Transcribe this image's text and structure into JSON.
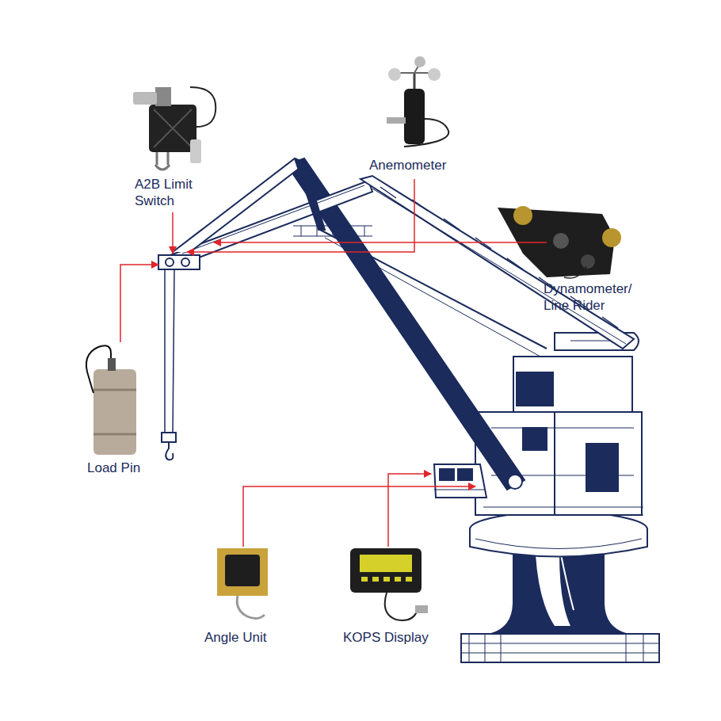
{
  "diagram": {
    "labels": [
      "A2B Limit Switch",
      "Anemometer",
      "Dynamometer/ Line Rider",
      "Load Pin",
      "Angle Unit",
      "KOPS Display"
    ]
  }
}
